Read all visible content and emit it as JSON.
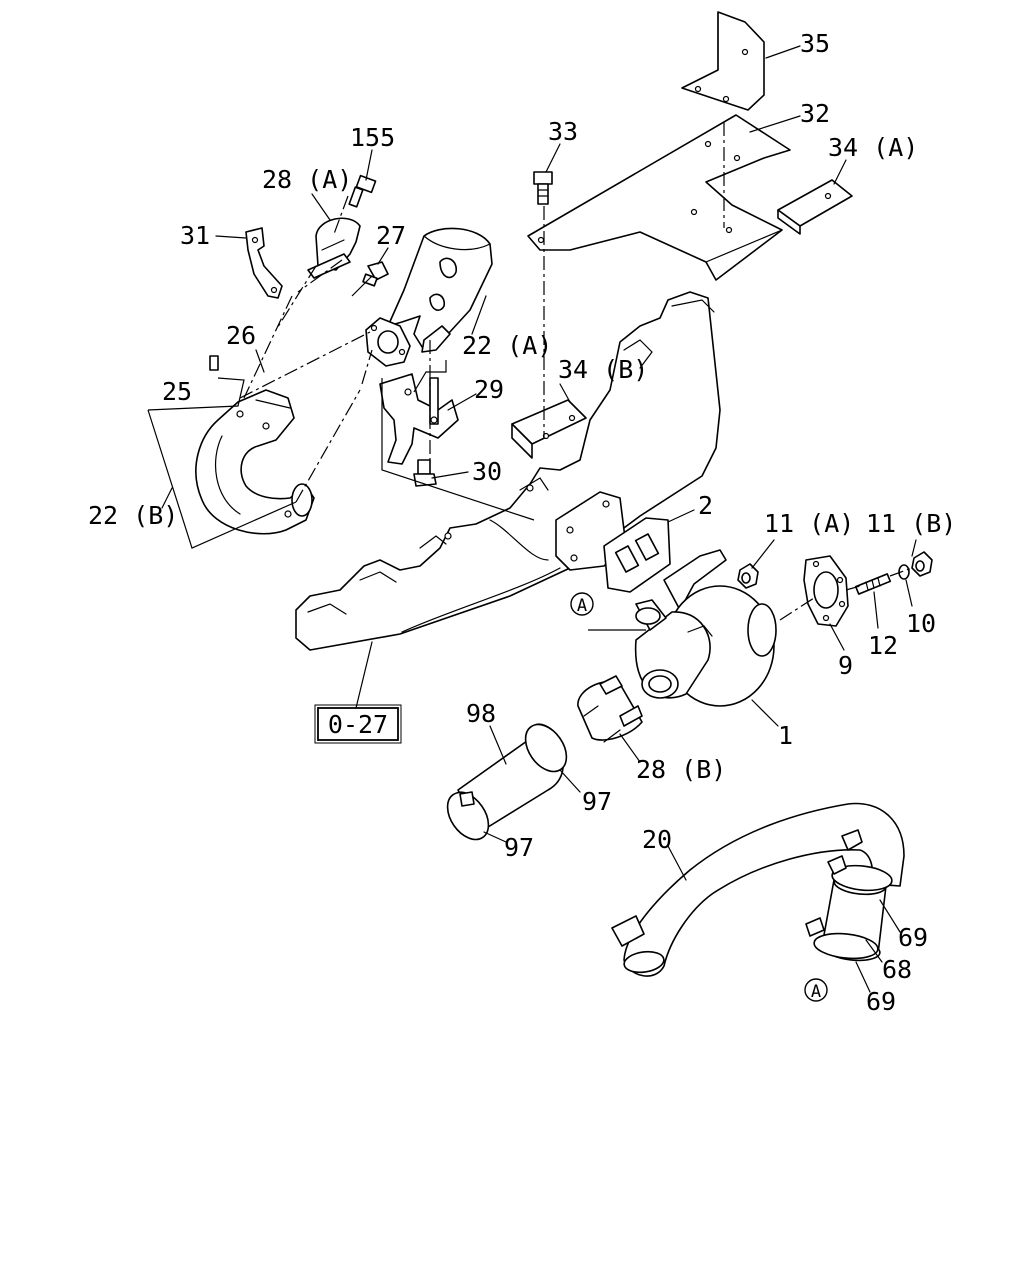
{
  "callouts": [
    {
      "key": "p35",
      "text": "35"
    },
    {
      "key": "p32",
      "text": "32"
    },
    {
      "key": "p34a",
      "text": "34 (A)"
    },
    {
      "key": "p33",
      "text": "33"
    },
    {
      "key": "p155",
      "text": "155"
    },
    {
      "key": "p28a",
      "text": "28 (A)"
    },
    {
      "key": "p31",
      "text": "31"
    },
    {
      "key": "p27",
      "text": "27"
    },
    {
      "key": "p22a",
      "text": "22 (A)"
    },
    {
      "key": "p26",
      "text": "26"
    },
    {
      "key": "p25",
      "text": "25"
    },
    {
      "key": "p34b",
      "text": "34 (B)"
    },
    {
      "key": "p29",
      "text": "29"
    },
    {
      "key": "p30",
      "text": "30"
    },
    {
      "key": "p22b",
      "text": "22 (B)"
    },
    {
      "key": "p2",
      "text": "2"
    },
    {
      "key": "p11a",
      "text": "11 (A)"
    },
    {
      "key": "p11b",
      "text": "11 (B)"
    },
    {
      "key": "p10",
      "text": "10"
    },
    {
      "key": "p12",
      "text": "12"
    },
    {
      "key": "p9",
      "text": "9"
    },
    {
      "key": "p1",
      "text": "1"
    },
    {
      "key": "p98",
      "text": "98"
    },
    {
      "key": "p97a",
      "text": "97"
    },
    {
      "key": "p97b",
      "text": "97"
    },
    {
      "key": "p28b",
      "text": "28 (B)"
    },
    {
      "key": "p20",
      "text": "20"
    },
    {
      "key": "p69a",
      "text": "69"
    },
    {
      "key": "p68",
      "text": "68"
    },
    {
      "key": "p69b",
      "text": "69"
    }
  ],
  "ref_box": {
    "text": "0-27"
  },
  "connectors": [
    {
      "key": "conA1",
      "text": "A"
    },
    {
      "key": "conA2",
      "text": "A"
    }
  ]
}
